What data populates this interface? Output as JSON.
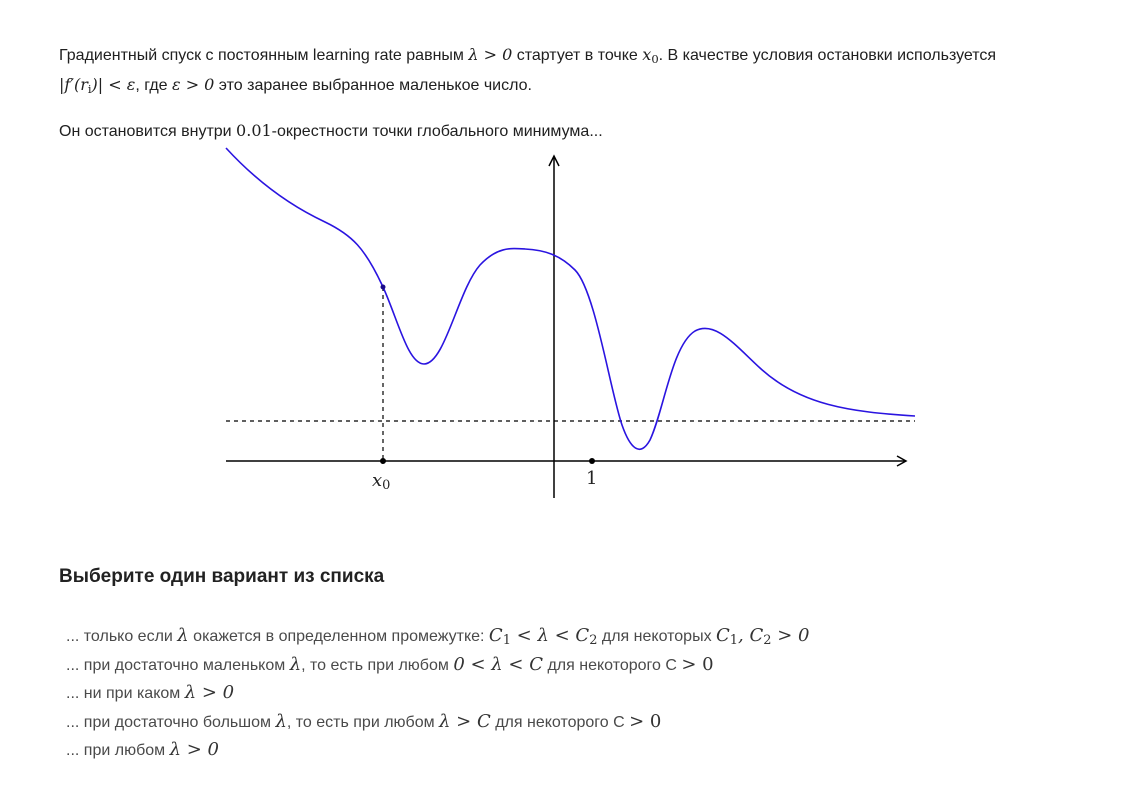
{
  "problem": {
    "p1_a": "Градиентный спуск с постоянным learning rate равным ",
    "p1_lambda_cond": "λ > 0",
    "p1_b": " стартует в точке ",
    "p1_x": "x",
    "p1_x_sub": "0",
    "p1_c": ". В качестве условия остановки используется",
    "p1_stop_cond_a": "|f′(r",
    "p1_stop_cond_sub": "i",
    "p1_stop_cond_b": ")| < ε",
    "p1_d": ", где ",
    "p1_eps_cond": "ε > 0",
    "p1_e": " это заранее выбранное маленькое число.",
    "p2_a": "Он остановится внутри ",
    "p2_value": "0.01",
    "p2_b": "-окрестности точки глобального минимума..."
  },
  "figure": {
    "x0_label": "x",
    "x0_sub": "0",
    "tick_1_label": "1",
    "colors": {
      "curve": "#2a14e0",
      "axes": "#000000"
    }
  },
  "question": {
    "title": "Выберите один вариант из списка"
  },
  "options": [
    {
      "a": "... только если ",
      "lambda": "λ",
      "b": " окажется в определенном промежутке: ",
      "c1": "C",
      "c1_sub": "1",
      "mid": " < λ < ",
      "c2": "C",
      "c2_sub": "2",
      "c": " для некоторых ",
      "c3": "C",
      "c3_sub": "1",
      "comma": ", ",
      "c4": "C",
      "c4_sub": "2",
      "tail": " > 0"
    },
    {
      "a": "... при достаточно маленьком ",
      "lambda": "λ",
      "b": ", то есть при любом ",
      "math": "0 < λ < C",
      "c": " для некоторого C ",
      "tail": "> 0"
    },
    {
      "a": "... ни при каком ",
      "math": "λ > 0"
    },
    {
      "a": "... при достаточно большом ",
      "lambda": "λ",
      "b": ", то есть при любом ",
      "math": "λ > C",
      "c": " для некоторого C ",
      "tail": "> 0"
    },
    {
      "a": "... при любом ",
      "math": "λ > 0"
    }
  ]
}
